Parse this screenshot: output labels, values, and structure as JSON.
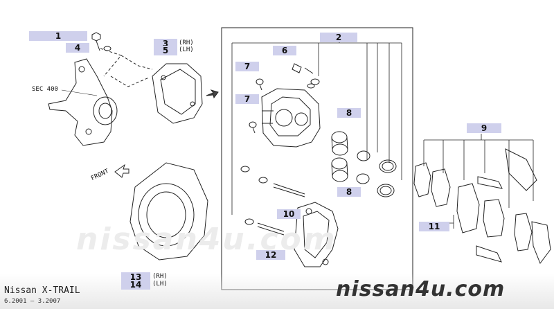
{
  "callouts": [
    {
      "id": "c1",
      "label": "1"
    },
    {
      "id": "c4",
      "label": "4"
    },
    {
      "id": "c3",
      "label": "3"
    },
    {
      "id": "c5",
      "label": "5"
    },
    {
      "id": "c2",
      "label": "2"
    },
    {
      "id": "c6",
      "label": "6"
    },
    {
      "id": "c7a",
      "label": "7"
    },
    {
      "id": "c7b",
      "label": "7"
    },
    {
      "id": "c8a",
      "label": "8"
    },
    {
      "id": "c8b",
      "label": "8"
    },
    {
      "id": "c9",
      "label": "9"
    },
    {
      "id": "c10",
      "label": "10"
    },
    {
      "id": "c11",
      "label": "11"
    },
    {
      "id": "c12",
      "label": "12"
    },
    {
      "id": "c13",
      "label": "13"
    },
    {
      "id": "c14",
      "label": "14"
    }
  ],
  "side_labels": {
    "rh_3": "(RH)",
    "lh_5": "(LH)",
    "rh_13": "(RH)",
    "lh_14": "(LH)"
  },
  "sec_label": "SEC 400",
  "front_label": "FRONT",
  "watermark_large": "nissan4u.com",
  "watermark_brand": "nissan4u.com",
  "vehicle": "Nissan X-TRAIL",
  "production_dates": "6.2001 – 3.2007"
}
